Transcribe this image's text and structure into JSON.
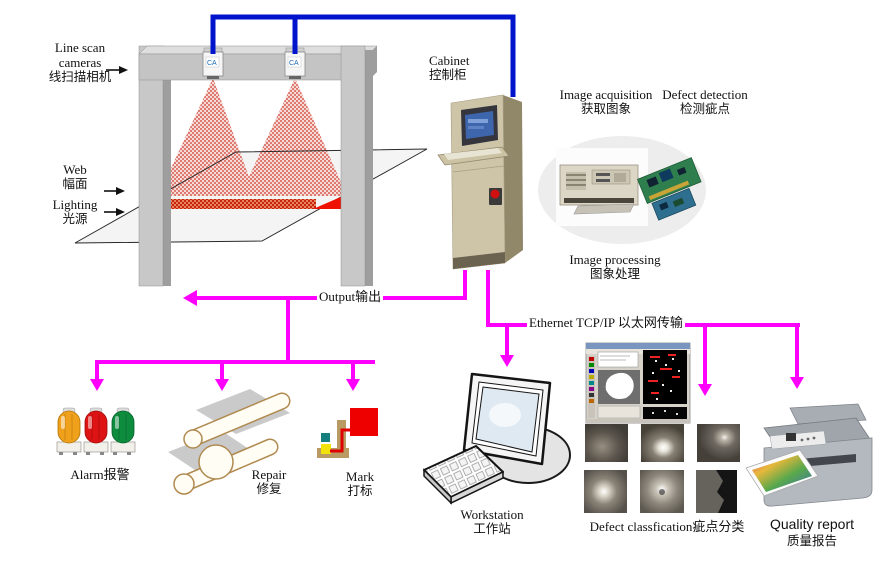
{
  "labels": {
    "line_scan_en1": "Line scan",
    "line_scan_en2": "cameras",
    "line_scan_zh": "线扫描相机",
    "web_en": "Web",
    "web_zh": "幅面",
    "lighting_en": "Lighting",
    "lighting_zh": "光源",
    "cabinet_en": "Cabinet",
    "cabinet_zh": "控制柜",
    "image_acquisition_en": "Image acquisition",
    "image_acquisition_zh": "获取图象",
    "defect_detection_en": "Defect detection",
    "defect_detection_zh": "检测疵点",
    "image_processing_en": "Image processing",
    "image_processing_zh": "图象处理",
    "output": "Output输出",
    "ethernet": "Ethernet TCP/IP 以太网传输",
    "alarm": "Alarm报警",
    "repair_en": "Repair",
    "repair_zh": "修复",
    "mark_en": "Mark",
    "mark_zh": "打标",
    "workstation_en": "Workstation",
    "workstation_zh": "工作站",
    "defect_classification": "Defect classfication疵点分类",
    "quality_report_en": "Quality report",
    "quality_report_zh": "质量报告"
  },
  "camera": {
    "logo": "CA"
  },
  "colors": {
    "flow_line": "#FF00FF",
    "camera_cable": "#0014CC",
    "scan_beam": "#DD7A72",
    "lighting_strip": "#C62310",
    "lighting_highlight": "#EE1100",
    "frame_gray": "#C6C6C6",
    "cabinet_beige": "#CEC5A9",
    "alarm_orange": "#F0A11C",
    "alarm_red": "#DE1414",
    "alarm_green": "#0E8C3E",
    "mark_red": "#EE0000"
  },
  "icons": {
    "output_branch": [
      "alarm-beacons-icon",
      "repair-rollers-icon",
      "mark-icon"
    ],
    "ethernet_branch": [
      "workstation-icon",
      "defect-software-icon",
      "printer-icon"
    ]
  }
}
